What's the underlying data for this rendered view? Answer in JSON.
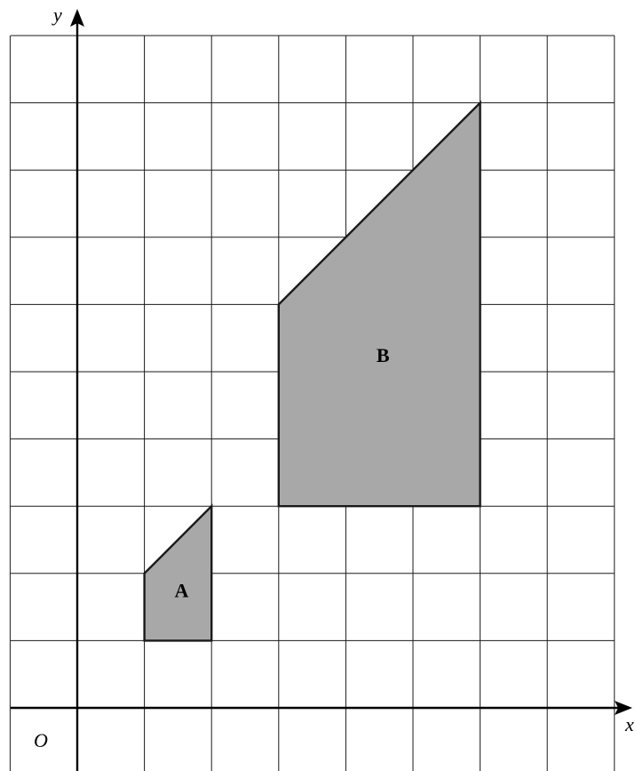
{
  "grid": {
    "x_min": -1,
    "x_max": 8,
    "y_min": -1,
    "y_max": 10,
    "step": 1
  },
  "axes": {
    "x_label": "x",
    "y_label": "y",
    "origin_label": "O"
  },
  "shapes": [
    {
      "id": "shape-a",
      "label": "A",
      "fill": "#a8a8a8",
      "vertices": [
        [
          1,
          1
        ],
        [
          2,
          1
        ],
        [
          2,
          3
        ],
        [
          1,
          2
        ]
      ]
    },
    {
      "id": "shape-b",
      "label": "B",
      "fill": "#a8a8a8",
      "vertices": [
        [
          3,
          3
        ],
        [
          6,
          3
        ],
        [
          6,
          9
        ],
        [
          3,
          6
        ]
      ]
    }
  ],
  "colors": {
    "grid": "#1a1a1a",
    "axis": "#000000",
    "shape_fill": "#a8a8a8"
  }
}
